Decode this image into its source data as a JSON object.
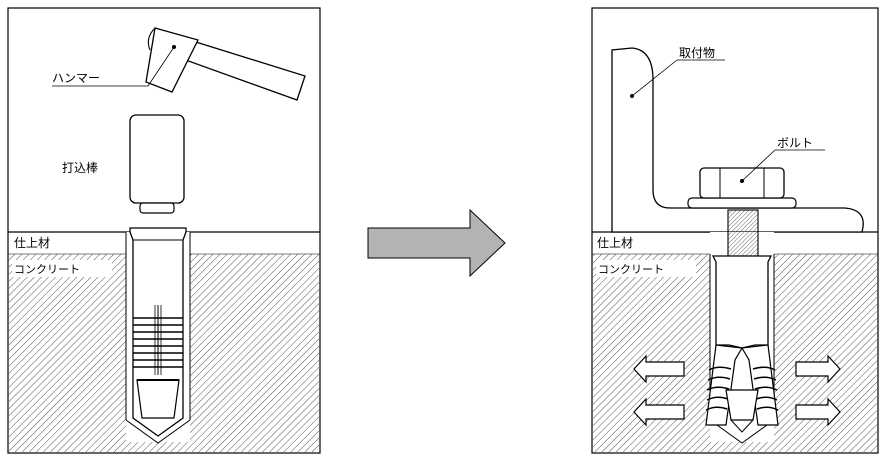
{
  "left_panel": {
    "labels": {
      "hammer": "ハンマー",
      "driving_rod": "打込棒",
      "finish_material": "仕上材",
      "concrete": "コンクリート"
    }
  },
  "right_panel": {
    "labels": {
      "fixture": "取付物",
      "bolt": "ボルト",
      "finish_material": "仕上材",
      "concrete": "コンクリート"
    }
  },
  "arrow": {
    "direction": "right",
    "fill_color": "#b3b3b3"
  },
  "colors": {
    "line": "#000000",
    "hatch": "#555555",
    "background": "#ffffff"
  }
}
